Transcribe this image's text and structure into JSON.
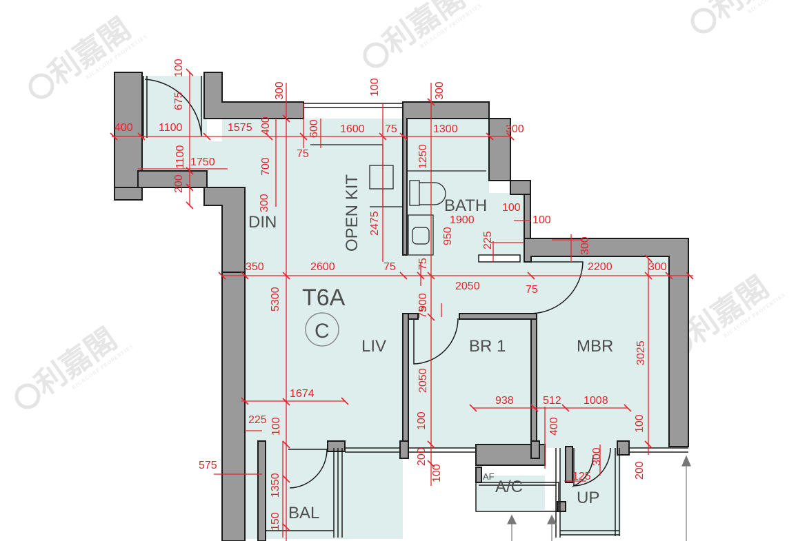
{
  "plan": {
    "unit_label": "T6A",
    "block_label": "C",
    "colors": {
      "floor": "#deeeec",
      "wall": "#9a9a9a",
      "wall_stroke": "#1a1a1a",
      "dimension": "#e8202a",
      "label": "#4d4d4d"
    },
    "rooms": [
      {
        "id": "din",
        "label": "DIN"
      },
      {
        "id": "open-kit",
        "label": "OPEN KIT"
      },
      {
        "id": "bath",
        "label": "BATH"
      },
      {
        "id": "liv",
        "label": "LIV"
      },
      {
        "id": "br1",
        "label": "BR 1"
      },
      {
        "id": "mbr",
        "label": "MBR"
      },
      {
        "id": "bal",
        "label": "BAL"
      },
      {
        "id": "ac",
        "label": "A/C"
      },
      {
        "id": "af",
        "label": "AF"
      },
      {
        "id": "up",
        "label": "UP"
      }
    ],
    "dimensions": [
      "100",
      "675",
      "400",
      "1100",
      "1575",
      "300",
      "400",
      "600",
      "75",
      "1600",
      "100",
      "75",
      "300",
      "1300",
      "300",
      "1100",
      "1750",
      "700",
      "1250",
      "200",
      "300",
      "2475",
      "100",
      "1900",
      "100",
      "950",
      "225",
      "300",
      "350",
      "2600",
      "75",
      "75",
      "2200",
      "300",
      "75",
      "900",
      "2050",
      "75",
      "5300",
      "3025",
      "2050",
      "1674",
      "938",
      "512",
      "1008",
      "225",
      "100",
      "100",
      "400",
      "100",
      "575",
      "200",
      "300",
      "125",
      "200",
      "1350",
      "100",
      "150"
    ]
  },
  "watermark": {
    "name": "利嘉閣",
    "sub": "RICACORP PROPERTIES"
  }
}
